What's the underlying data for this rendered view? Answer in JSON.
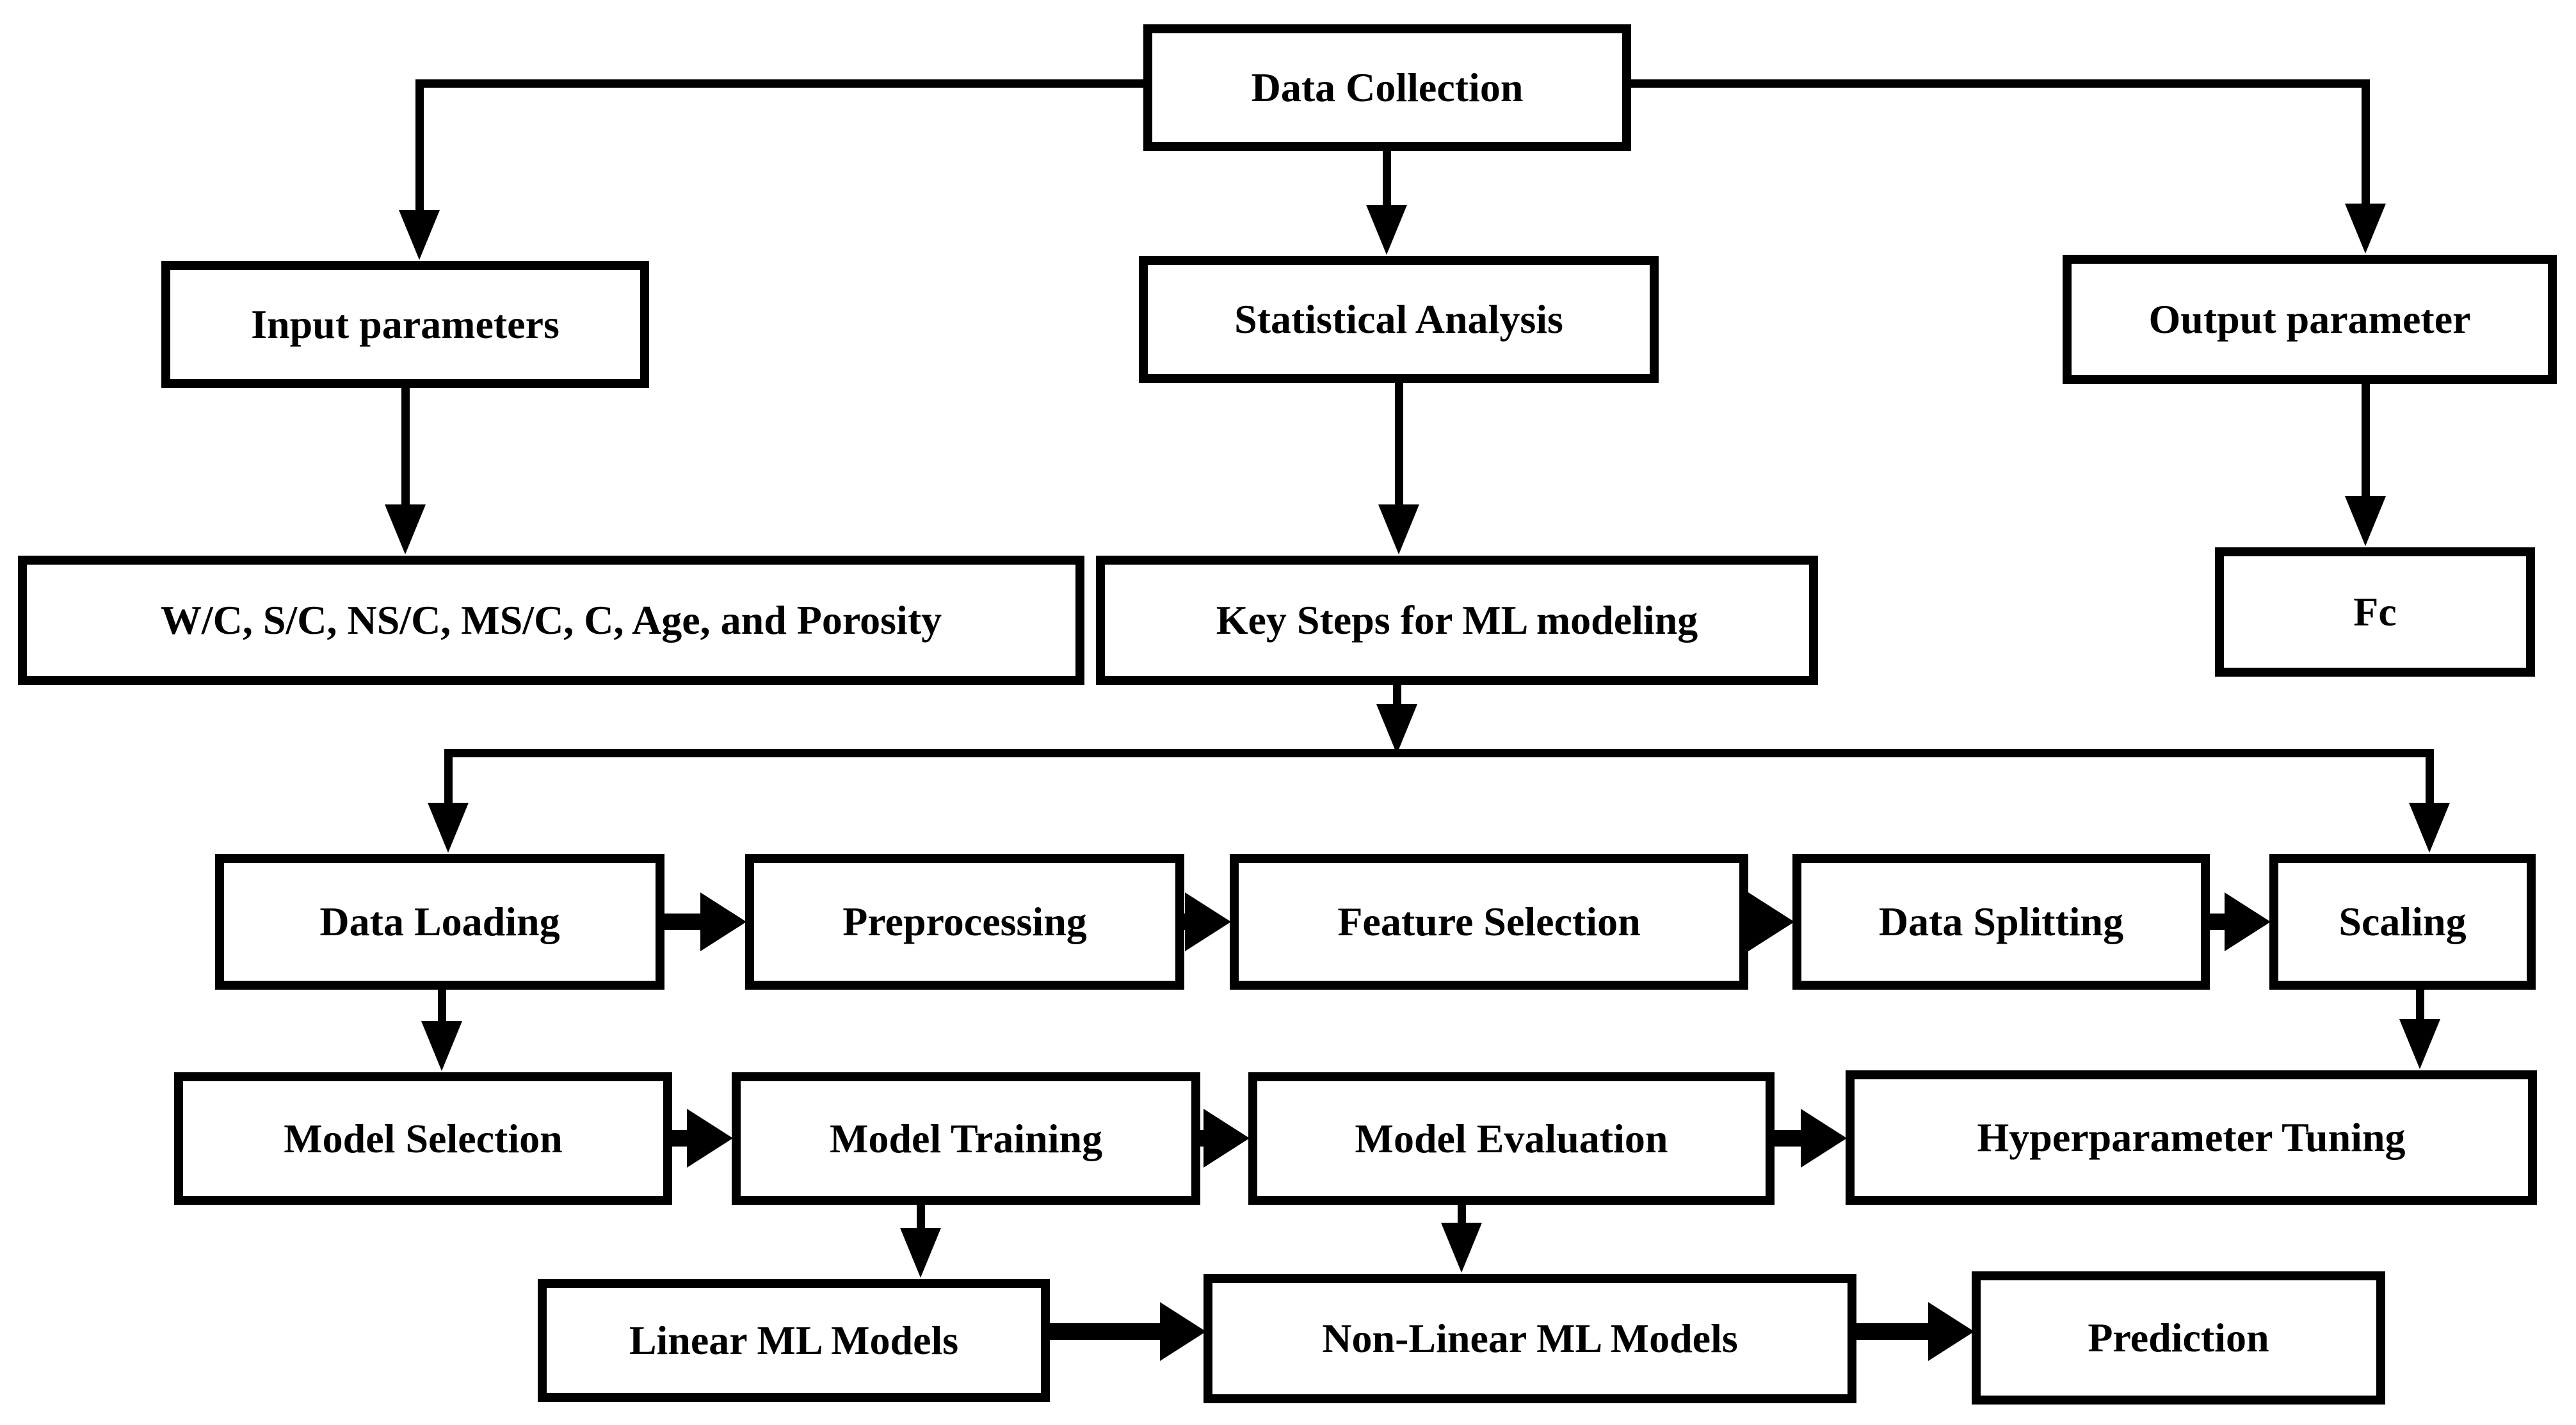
{
  "diagram": {
    "title": "ML modeling workflow flowchart",
    "background_color": "#ffffff",
    "line_color": "#000000",
    "nodes": {
      "data_collection": {
        "label": "Data Collection"
      },
      "input_parameters": {
        "label": "Input parameters"
      },
      "statistical_analysis": {
        "label": "Statistical Analysis"
      },
      "output_parameter": {
        "label": "Output parameter"
      },
      "input_list": {
        "label": "W/C, S/C, NS/C, MS/C, C, Age, and Porosity"
      },
      "key_steps": {
        "label": "Key Steps for ML modeling"
      },
      "fc": {
        "label": "Fc"
      },
      "data_loading": {
        "label": "Data Loading"
      },
      "preprocessing": {
        "label": "Preprocessing"
      },
      "feature_selection": {
        "label": "Feature Selection"
      },
      "data_splitting": {
        "label": "Data Splitting"
      },
      "scaling": {
        "label": "Scaling"
      },
      "model_selection": {
        "label": "Model Selection"
      },
      "model_training": {
        "label": "Model Training"
      },
      "model_evaluation": {
        "label": "Model Evaluation"
      },
      "hyperparameter_tuning": {
        "label": "Hyperparameter Tuning"
      },
      "linear_ml_models": {
        "label": "Linear ML Models"
      },
      "non_linear_ml_models": {
        "label": "Non-Linear ML Models"
      },
      "prediction": {
        "label": "Prediction"
      }
    },
    "edges": [
      {
        "from": "Data Collection",
        "to": "Input parameters"
      },
      {
        "from": "Data Collection",
        "to": "Statistical Analysis"
      },
      {
        "from": "Data Collection",
        "to": "Output parameter"
      },
      {
        "from": "Input parameters",
        "to": "W/C, S/C, NS/C, MS/C, C, Age, and Porosity"
      },
      {
        "from": "Statistical Analysis",
        "to": "Key Steps for ML modeling"
      },
      {
        "from": "Output parameter",
        "to": "Fc"
      },
      {
        "from": "Key Steps for ML modeling",
        "to": "Data Loading"
      },
      {
        "from": "Key Steps for ML modeling",
        "to": "Scaling"
      },
      {
        "from": "Data Loading",
        "to": "Preprocessing"
      },
      {
        "from": "Preprocessing",
        "to": "Feature Selection"
      },
      {
        "from": "Feature Selection",
        "to": "Data Splitting"
      },
      {
        "from": "Data Splitting",
        "to": "Scaling"
      },
      {
        "from": "Data Loading",
        "to": "Model Selection"
      },
      {
        "from": "Scaling",
        "to": "Hyperparameter Tuning"
      },
      {
        "from": "Model Selection",
        "to": "Model Training"
      },
      {
        "from": "Model Training",
        "to": "Model Evaluation"
      },
      {
        "from": "Model Evaluation",
        "to": "Hyperparameter Tuning"
      },
      {
        "from": "Model Training",
        "to": "Linear ML Models"
      },
      {
        "from": "Model Evaluation",
        "to": "Non-Linear ML Models"
      },
      {
        "from": "Linear ML Models",
        "to": "Non-Linear ML Models"
      },
      {
        "from": "Non-Linear ML Models",
        "to": "Prediction"
      }
    ]
  }
}
